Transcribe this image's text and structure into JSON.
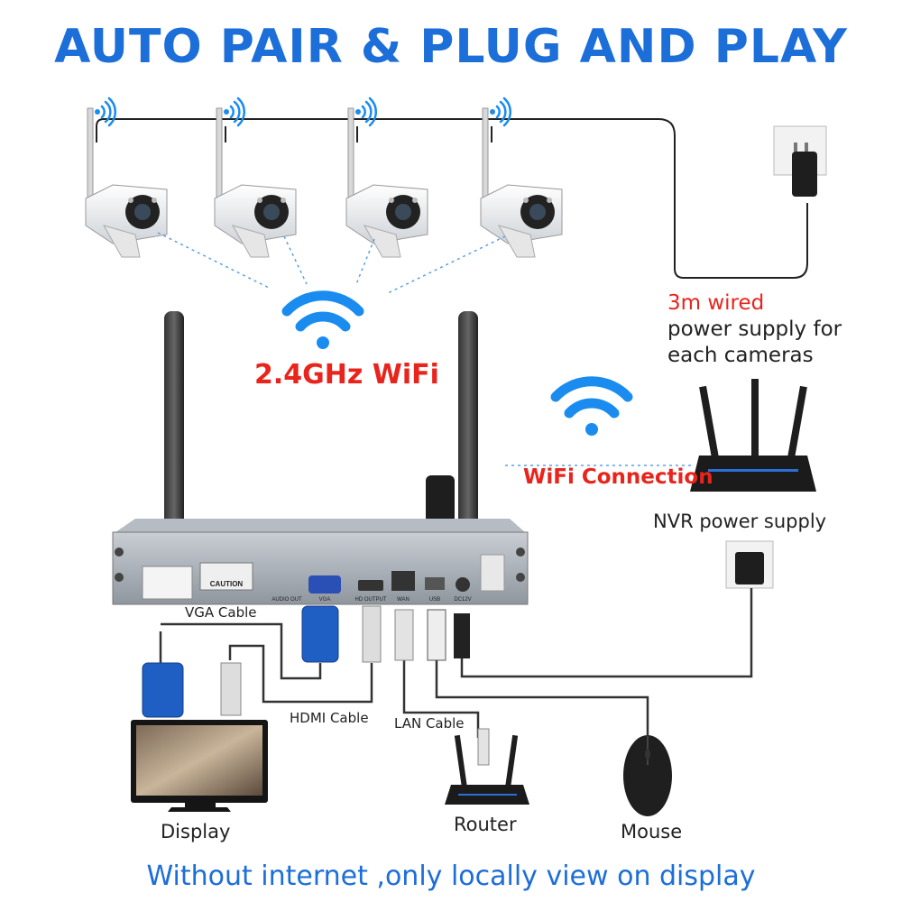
{
  "title": "AUTO PAIR & PLUG AND PLAY",
  "wifi_label": "2.4GHz WiFi",
  "wifi_connection_label": "WiFi Connection",
  "power_note": {
    "highlight": "3m wired",
    "line2": "power supply for",
    "line3": "each cameras"
  },
  "nvr_power_label": "NVR power supply",
  "cables": {
    "vga": "VGA Cable",
    "hdmi": "HDMI Cable",
    "lan": "LAN Cable"
  },
  "devices": {
    "display": "Display",
    "router": "Router",
    "mouse": "Mouse"
  },
  "nvr_ports": [
    "AUDIO OUT",
    "VGA",
    "HD OUTPUT",
    "WAN",
    "USB",
    "DC12V"
  ],
  "nvr_caution": "CAUTION",
  "footer": "Without internet ,only locally view on display",
  "colors": {
    "title": "#1c6ed8",
    "accent_red": "#e8241c",
    "wifi_blue": "#1a8cf0",
    "dotted_line": "#5aa0e6"
  }
}
